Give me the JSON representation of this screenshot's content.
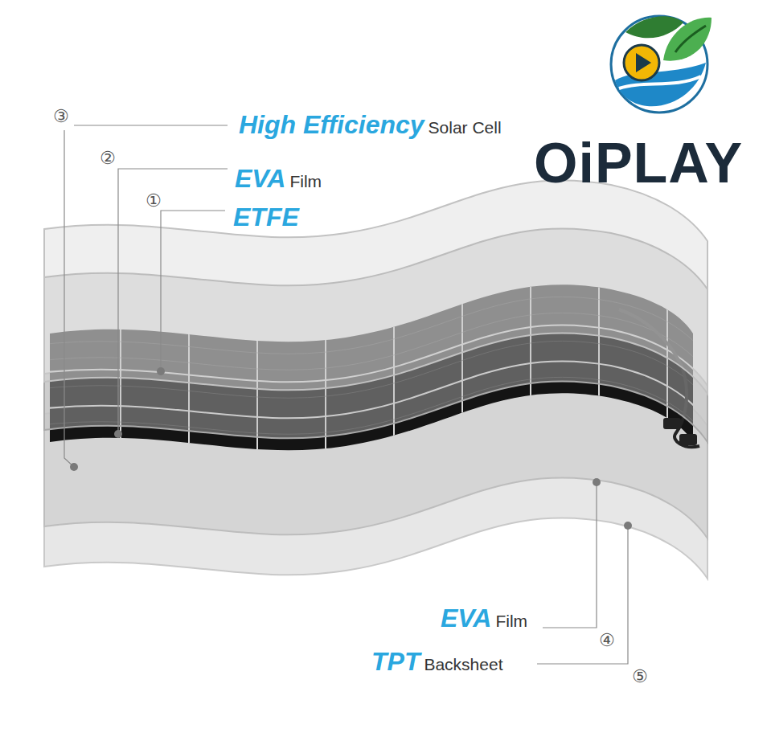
{
  "diagram": {
    "labels": [
      "③",
      "High Efficiency",
      "Solar Cell",
      "②",
      "EVA",
      "Film",
      "①",
      "ETFE",
      "EVA",
      "Film",
      "④",
      "TPT",
      "Backsheet",
      "⑤",
      "OiPLAY"
    ]
  }
}
